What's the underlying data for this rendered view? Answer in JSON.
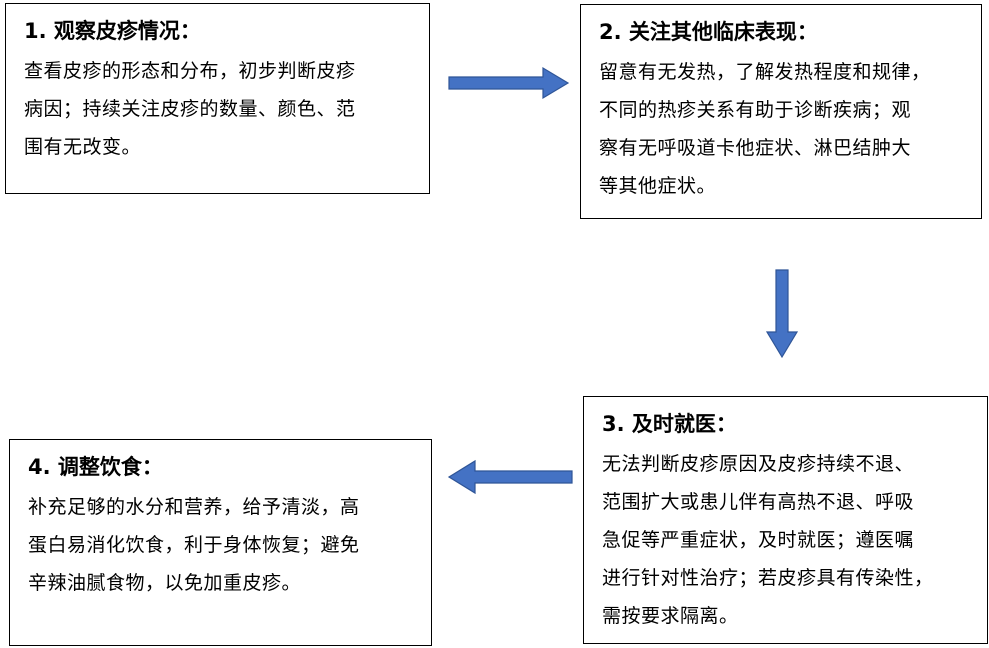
{
  "colors": {
    "arrow": "#4472c4",
    "arrow_border": "#2f5597",
    "box_border": "#000000"
  },
  "steps": [
    {
      "title": "1. 观察皮疹情况：",
      "lines": [
        "查看皮疹的形态和分布，初步判断皮疹",
        "病因；持续关注皮疹的数量、颜色、范",
        "围有无改变。"
      ]
    },
    {
      "title": "2. 关注其他临床表现：",
      "lines": [
        "留意有无发热，了解发热程度和规律，",
        "不同的热疹关系有助于诊断疾病；观",
        "察有无呼吸道卡他症状、淋巴结肿大",
        "等其他症状。"
      ]
    },
    {
      "title": "3. 及时就医：",
      "lines": [
        "无法判断皮疹原因及皮疹持续不退、",
        "范围扩大或患儿伴有高热不退、呼吸",
        "急促等严重症状，及时就医；遵医嘱",
        "进行针对性治疗；若皮疹具有传染性，",
        "需按要求隔离。"
      ]
    },
    {
      "title": "4. 调整饮食：",
      "lines": [
        "补充足够的水分和营养，给予清淡，高",
        "蛋白易消化饮食，利于身体恢复；避免",
        "辛辣油腻食物，以免加重皮疹。"
      ]
    }
  ]
}
